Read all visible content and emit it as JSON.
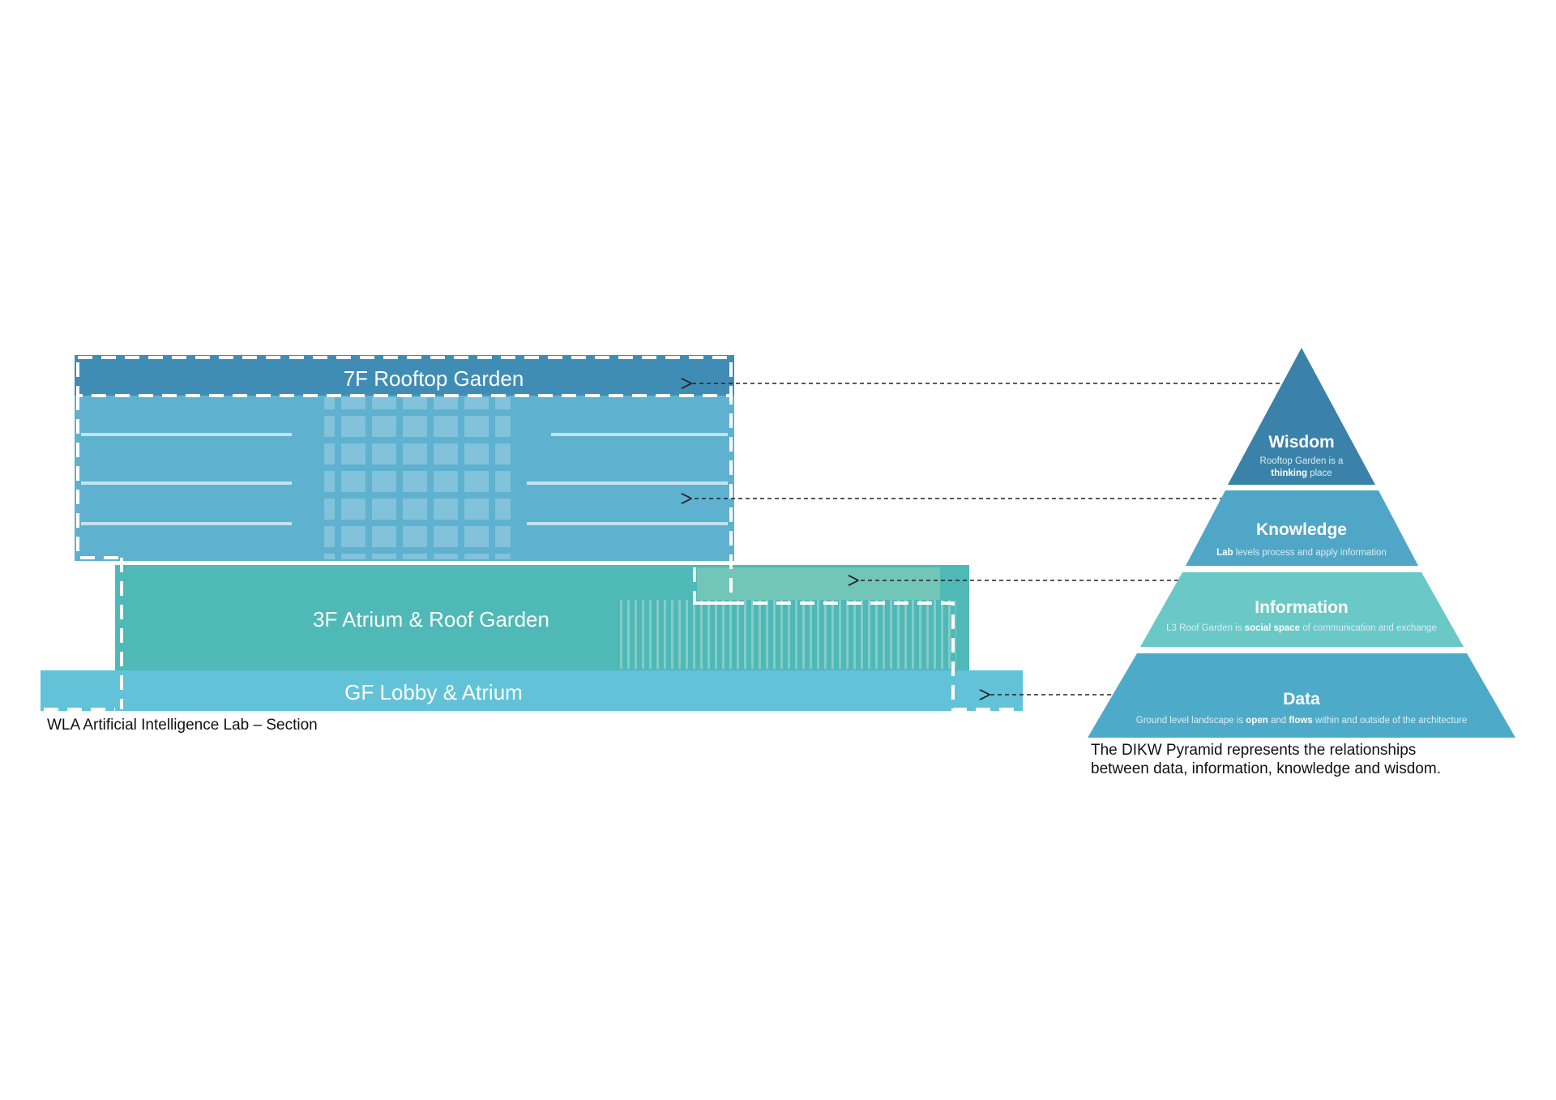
{
  "section": {
    "caption": "WLA Artificial Intelligence Lab – Section",
    "floors": [
      {
        "id": "rooftop",
        "label": "7F Rooftop Garden"
      },
      {
        "id": "atrium3f",
        "label": "3F Atrium & Roof Garden"
      },
      {
        "id": "lobby",
        "label": "GF Lobby & Atrium"
      }
    ]
  },
  "pyramid": {
    "caption_line1": "The DIKW Pyramid represents the relationships",
    "caption_line2": "between data, information, knowledge and wisdom.",
    "tiers": [
      {
        "name": "Wisdom",
        "color": "#3a82a9",
        "desc_line1": [
          {
            "t": "Rooftop Garden is a",
            "b": false
          }
        ],
        "desc_line2": [
          {
            "t": "thinking",
            "b": true
          },
          {
            "t": " place",
            "b": false
          }
        ]
      },
      {
        "name": "Knowledge",
        "color": "#4fa6c6",
        "desc_line1": [
          {
            "t": "Lab",
            "b": true
          },
          {
            "t": " levels process and apply information",
            "b": false
          }
        ]
      },
      {
        "name": "Information",
        "color": "#6ac9c6",
        "desc_line1": [
          {
            "t": "L3 Roof Garden is ",
            "b": false
          },
          {
            "t": "social space",
            "b": true
          },
          {
            "t": " of communication and exchange",
            "b": false
          }
        ]
      },
      {
        "name": "Data",
        "color": "#4eaac9",
        "desc_line1": [
          {
            "t": "Ground level landscape is ",
            "b": false
          },
          {
            "t": "open",
            "b": true
          },
          {
            "t": " and ",
            "b": false
          },
          {
            "t": "flows",
            "b": true
          },
          {
            "t": " within and outside of the architecture",
            "b": false
          }
        ]
      }
    ]
  },
  "colors": {
    "upper_block": "#5fb1d0",
    "roof_band": "#3f8db5",
    "atrium_block": "#4fb9b7",
    "lobby_band": "#62c3d8",
    "arrow": "#222222"
  }
}
